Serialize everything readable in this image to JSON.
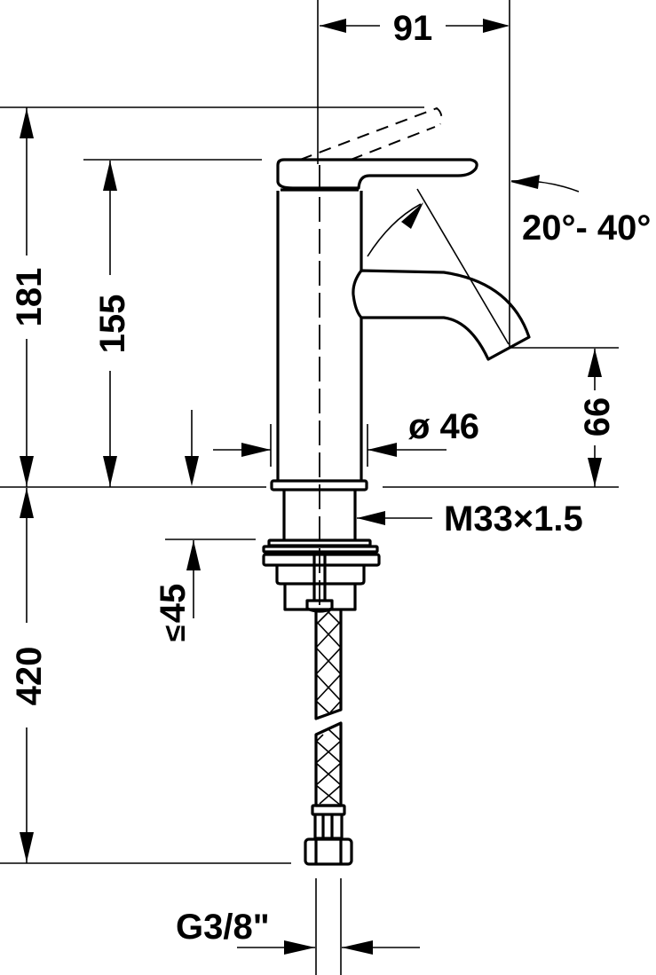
{
  "drawing": {
    "subject": "Single-lever basin mixer dimension drawing",
    "stroke_color": "#000000",
    "background": "#ffffff"
  },
  "dimensions": {
    "spout_reach": "91",
    "total_height": "181",
    "body_height": "155",
    "spout_height": "66",
    "body_diameter": "ø 46",
    "thread": "M33×1.5",
    "max_deck_thickness": "45",
    "max_symbol": "≤",
    "hose_length": "420",
    "connection_thread": "G3/8\"",
    "lever_angle": "20°- 40°"
  }
}
